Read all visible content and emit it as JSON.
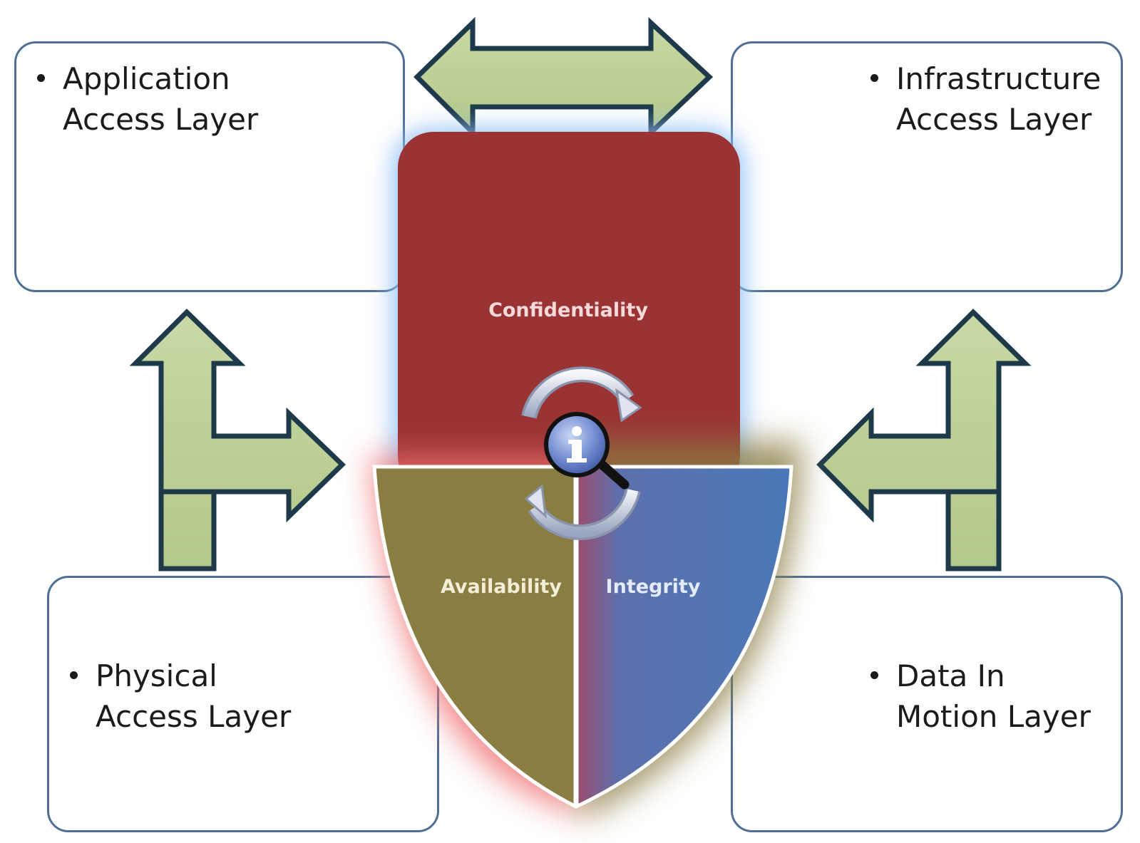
{
  "layers": {
    "application": {
      "line1": "Application",
      "line2": "Access Layer"
    },
    "infrastructure": {
      "line1": "Infrastructure",
      "line2": "Access Layer"
    },
    "physical": {
      "line1": "Physical",
      "line2": "Access Layer"
    },
    "data_in_motion": {
      "line1": "Data In",
      "line2": "Motion Layer"
    }
  },
  "cia": {
    "confidentiality": "Confidentiality",
    "availability": "Availability",
    "integrity": "Integrity"
  },
  "icons": {
    "center": "info-magnifier-icon",
    "cycle": "refresh-cycle-icon"
  },
  "colors": {
    "confidentiality": "#9a3334",
    "availability": "#8a7d42",
    "integrity": "#4a78b8",
    "arrow_fill": "#bccf96",
    "arrow_stroke": "#1e3a4a",
    "box_border": "#4f6f95"
  }
}
